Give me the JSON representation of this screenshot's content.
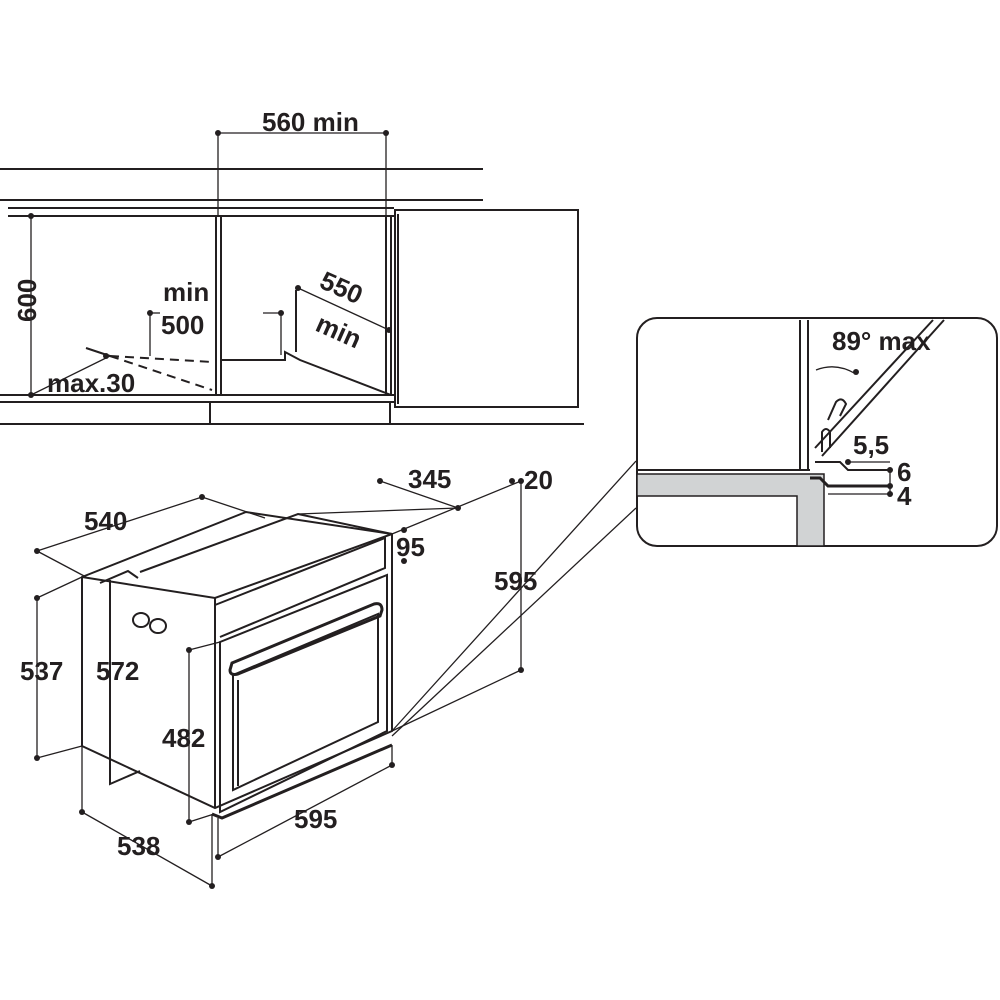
{
  "niche_labels": {
    "width_min": "560 min",
    "height": "600",
    "depth_min_word": "min",
    "depth_min_value": "500",
    "depth_550": "550",
    "depth_550_min": "min",
    "max_gap": "max.30"
  },
  "oven_labels": {
    "depth_540": "540",
    "depth_345": "345",
    "depth_20": "20",
    "offset_95": "95",
    "height_595": "595",
    "height_537": "537",
    "height_572": "572",
    "door_482": "482",
    "width_595": "595",
    "depth_538": "538"
  },
  "detail_labels": {
    "angle": "89° max",
    "dim_5_5": "5,5",
    "dim_6": "6",
    "dim_4": "4"
  },
  "colors": {
    "line": "#231f20",
    "section_fill": "#d1d3d4",
    "background": "#ffffff"
  }
}
